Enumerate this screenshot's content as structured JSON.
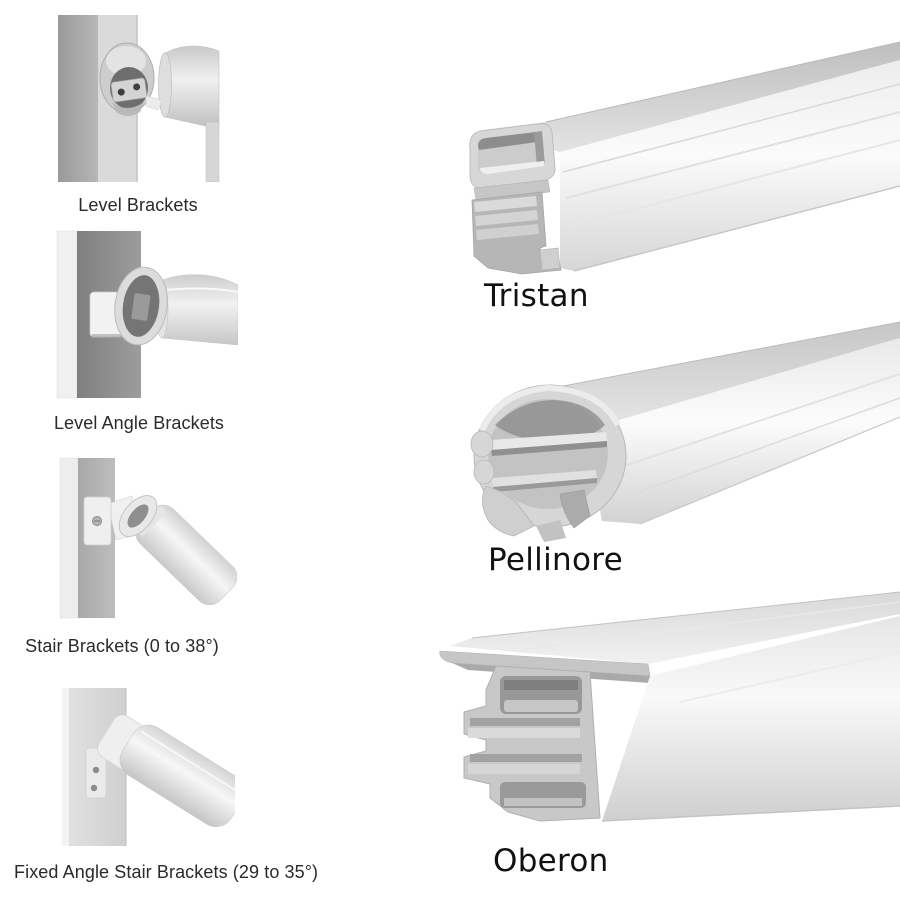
{
  "page": {
    "background": "#ffffff",
    "description_visible_text_only": true
  },
  "bracket_gallery": {
    "items": [
      {
        "id": "level-brackets",
        "label": "Level Brackets"
      },
      {
        "id": "level-angle-brackets",
        "label": "Level Angle Brackets"
      },
      {
        "id": "stair-brackets",
        "label": "Stair Brackets (0 to 38°)"
      },
      {
        "id": "fixed-angle-stair-brackets",
        "label": "Fixed Angle Stair Brackets (29 to 35°)"
      }
    ]
  },
  "rail_gallery": {
    "items": [
      {
        "id": "tristan",
        "name": "Tristan"
      },
      {
        "id": "pellinore",
        "name": "Pellinore"
      },
      {
        "id": "oberon",
        "name": "Oberon"
      }
    ]
  },
  "colors": {
    "background": "#ffffff",
    "label_text": "#2a2a2a",
    "rail_name_text": "#111111",
    "profile_white": "#f4f4f4",
    "profile_mid_gray": "#c9c9c9",
    "profile_dark_gray": "#8d8d8d",
    "post_dark": "#8f8f8f",
    "post_light": "#d9d9d9"
  }
}
